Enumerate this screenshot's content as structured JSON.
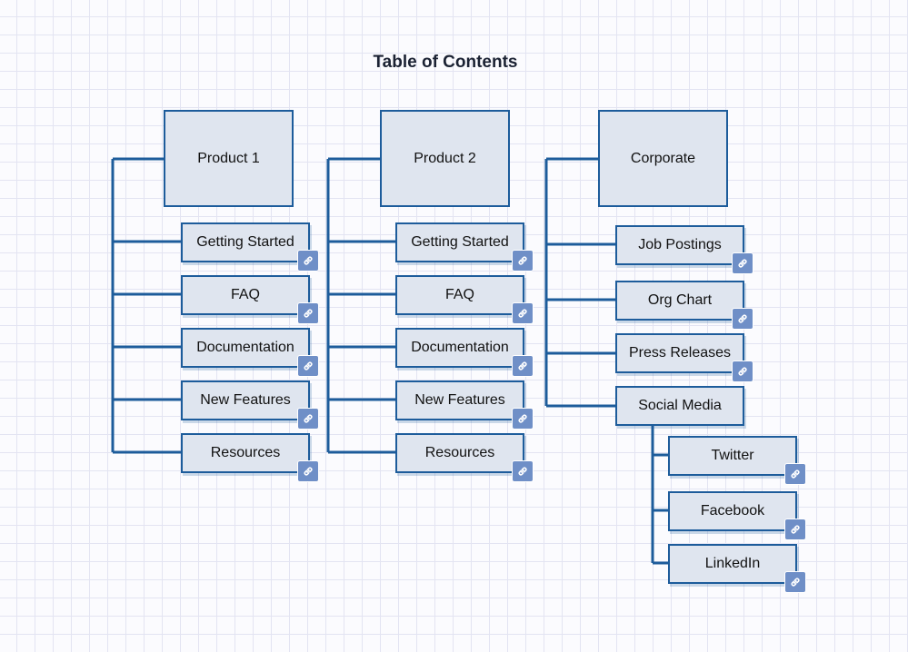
{
  "title": "Table of Contents",
  "sections": [
    {
      "label": "Product 1",
      "items": [
        "Getting Started",
        "FAQ",
        "Documentation",
        "New Features",
        "Resources"
      ]
    },
    {
      "label": "Product 2",
      "items": [
        "Getting Started",
        "FAQ",
        "Documentation",
        "New Features",
        "Resources"
      ]
    },
    {
      "label": "Corporate",
      "items": [
        "Job Postings",
        "Org Chart",
        "Press Releases",
        "Social Media"
      ],
      "sub_items": [
        "Twitter",
        "Facebook",
        "LinkedIn"
      ]
    }
  ],
  "colors": {
    "node_fill": "#dfe5ef",
    "node_border": "#1d5c9b",
    "connector": "#1d5c9b",
    "link_icon": "#6f8fc7"
  },
  "icons": {
    "item_link": "link-icon"
  }
}
